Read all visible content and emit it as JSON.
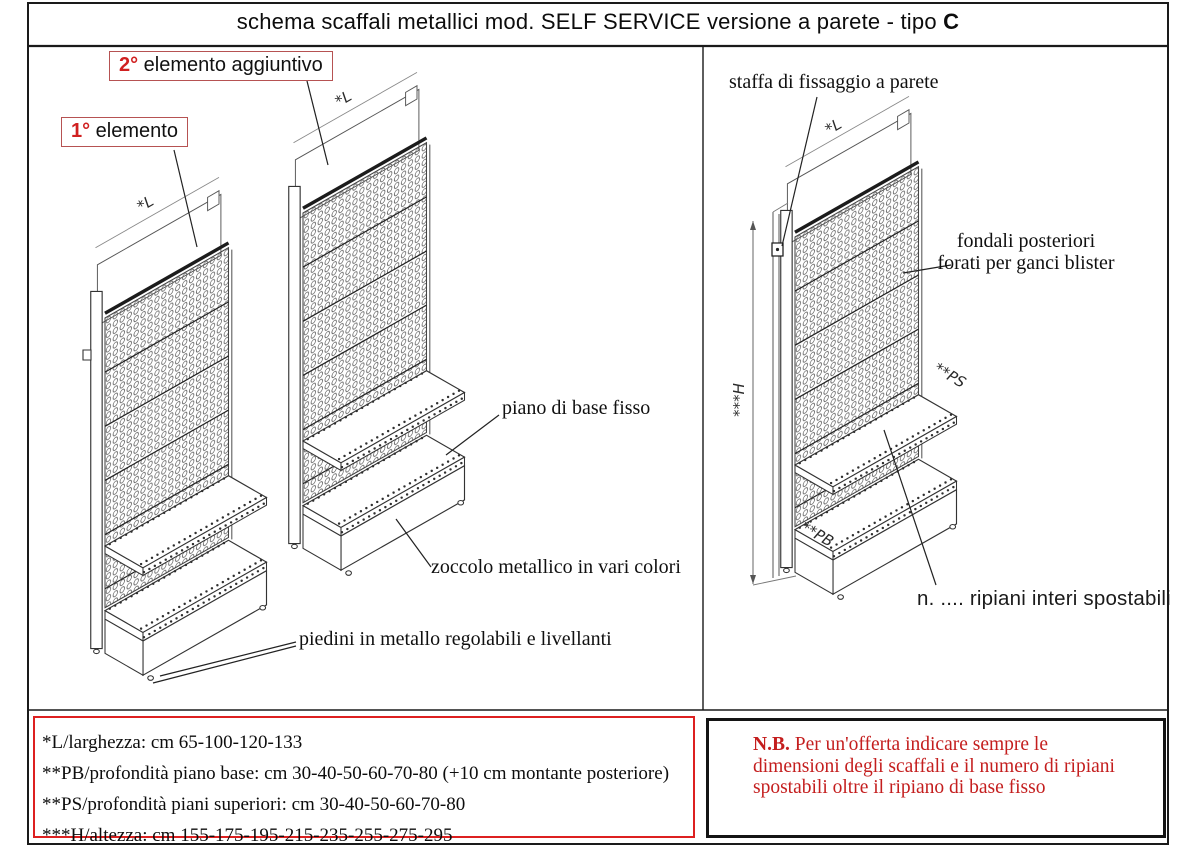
{
  "title": {
    "text": "schema scaffali metallici mod. SELF SERVICE versione a parete - tipo ",
    "bold_suffix": "C"
  },
  "left_panel": {
    "element2_label": {
      "num": "2°",
      "text": " elemento aggiuntivo"
    },
    "element1_label": {
      "num": "1°",
      "text": " elemento"
    },
    "piano_label": "piano di base fisso",
    "zoccolo_label": "zoccolo metallico in vari colori",
    "piedini_label": "piedini in metallo regolabili e livellanti",
    "dim_width": "*L"
  },
  "right_panel": {
    "staffa_label": "staffa di fissaggio a parete",
    "fondali_label_line1": "fondali posteriori",
    "fondali_label_line2": "forati per ganci blister",
    "ripiani_label": "n. .... ripiani interi spostabili",
    "dim_width": "*L",
    "dim_height": "***H",
    "dim_ps": "**PS",
    "dim_pb": "**PB"
  },
  "spec_box": {
    "lines": [
      "*L/larghezza: cm 65-100-120-133",
      "**PB/profondità piano base: cm 30-40-50-60-70-80 (+10 cm montante posteriore)",
      "**PS/profondità piani superiori: cm 30-40-50-60-70-80",
      "***H/altezza: cm 155-175-195-215-235-255-275-295"
    ]
  },
  "nb_box": {
    "bold": "N.B.",
    "lines": [
      "Per un'offerta indicare sempre le",
      "dimensioni degli scaffali e il numero di ripiani",
      "spostabili oltre il ripiano di base fisso"
    ]
  },
  "colors": {
    "accent_red": "#cc2020",
    "label_box_border": "#b65252",
    "spec_box_border": "#dd2020",
    "line_art": "#333333"
  }
}
